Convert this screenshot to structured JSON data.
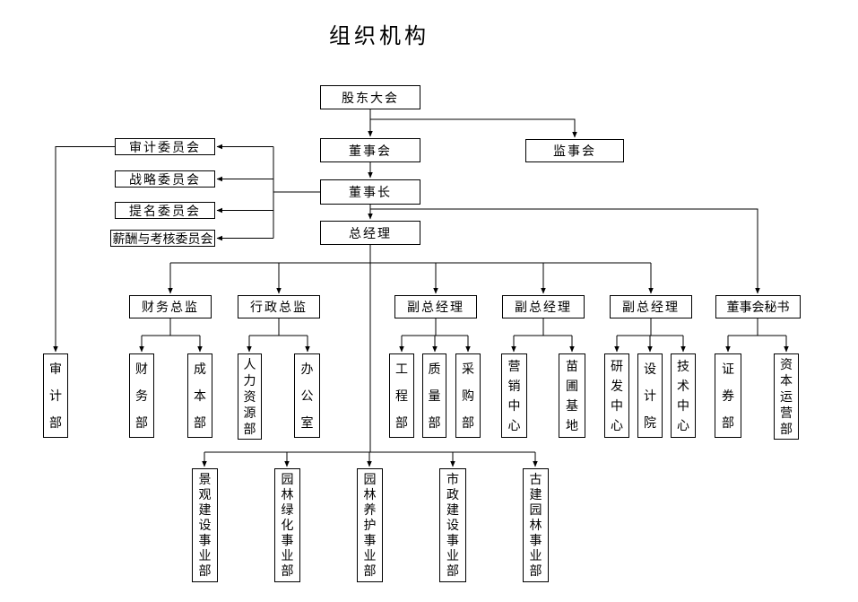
{
  "title": "组织机构",
  "colors": {
    "background": "#ffffff",
    "line": "#000000",
    "box_border": "#000000",
    "box_fill": "#ffffff",
    "text": "#000000"
  },
  "nodes": {
    "shareholders_meeting": "股东大会",
    "board_of_directors": "董事会",
    "supervisory_board": "监事会",
    "chairman": "董事长",
    "general_manager": "总经理",
    "audit_committee": "审计委员会",
    "strategy_committee": "战略委员会",
    "nomination_committee": "提名委员会",
    "remuneration_committee": "薪酬与考核委员会",
    "finance_director": "财务总监",
    "admin_director": "行政总监",
    "deputy_gm_1": "副总经理",
    "deputy_gm_2": "副总经理",
    "deputy_gm_3": "副总经理",
    "board_secretary": "董事会秘书",
    "audit_dept": "审计部",
    "finance_dept": "财务部",
    "cost_dept": "成本部",
    "hr_dept": "人力资源部",
    "office": "办公室",
    "engineering_dept": "工程部",
    "quality_dept": "质量部",
    "procurement_dept": "采购部",
    "marketing_center": "营销中心",
    "nursery_base": "苗圃基地",
    "rd_center": "研发中心",
    "design_institute": "设计院",
    "tech_center": "技术中心",
    "securities_dept": "证券部",
    "capital_operations_dept": "资本运营部",
    "landscape_construction_division": "景观建设事业部",
    "garden_greening_division": "园林绿化事业部",
    "garden_maintenance_division": "园林养护事业部",
    "municipal_construction_division": "市政建设事业部",
    "ancient_garden_division": "古建园林事业部"
  },
  "edges": [
    [
      "shareholders_meeting",
      "board_of_directors"
    ],
    [
      "shareholders_meeting",
      "supervisory_board"
    ],
    [
      "board_of_directors",
      "chairman"
    ],
    [
      "chairman",
      "audit_committee"
    ],
    [
      "chairman",
      "strategy_committee"
    ],
    [
      "chairman",
      "nomination_committee"
    ],
    [
      "chairman",
      "remuneration_committee"
    ],
    [
      "chairman",
      "board_secretary"
    ],
    [
      "chairman",
      "general_manager"
    ],
    [
      "audit_committee",
      "audit_dept"
    ],
    [
      "general_manager",
      "finance_director"
    ],
    [
      "general_manager",
      "admin_director"
    ],
    [
      "general_manager",
      "deputy_gm_1"
    ],
    [
      "general_manager",
      "deputy_gm_2"
    ],
    [
      "general_manager",
      "deputy_gm_3"
    ],
    [
      "finance_director",
      "finance_dept"
    ],
    [
      "finance_director",
      "cost_dept"
    ],
    [
      "admin_director",
      "hr_dept"
    ],
    [
      "admin_director",
      "office"
    ],
    [
      "deputy_gm_1",
      "engineering_dept"
    ],
    [
      "deputy_gm_1",
      "quality_dept"
    ],
    [
      "deputy_gm_1",
      "procurement_dept"
    ],
    [
      "deputy_gm_2",
      "marketing_center"
    ],
    [
      "deputy_gm_2",
      "nursery_base"
    ],
    [
      "deputy_gm_3",
      "rd_center"
    ],
    [
      "deputy_gm_3",
      "design_institute"
    ],
    [
      "deputy_gm_3",
      "tech_center"
    ],
    [
      "board_secretary",
      "securities_dept"
    ],
    [
      "board_secretary",
      "capital_operations_dept"
    ],
    [
      "general_manager",
      "landscape_construction_division"
    ],
    [
      "general_manager",
      "garden_greening_division"
    ],
    [
      "general_manager",
      "garden_maintenance_division"
    ],
    [
      "general_manager",
      "municipal_construction_division"
    ],
    [
      "general_manager",
      "ancient_garden_division"
    ]
  ]
}
